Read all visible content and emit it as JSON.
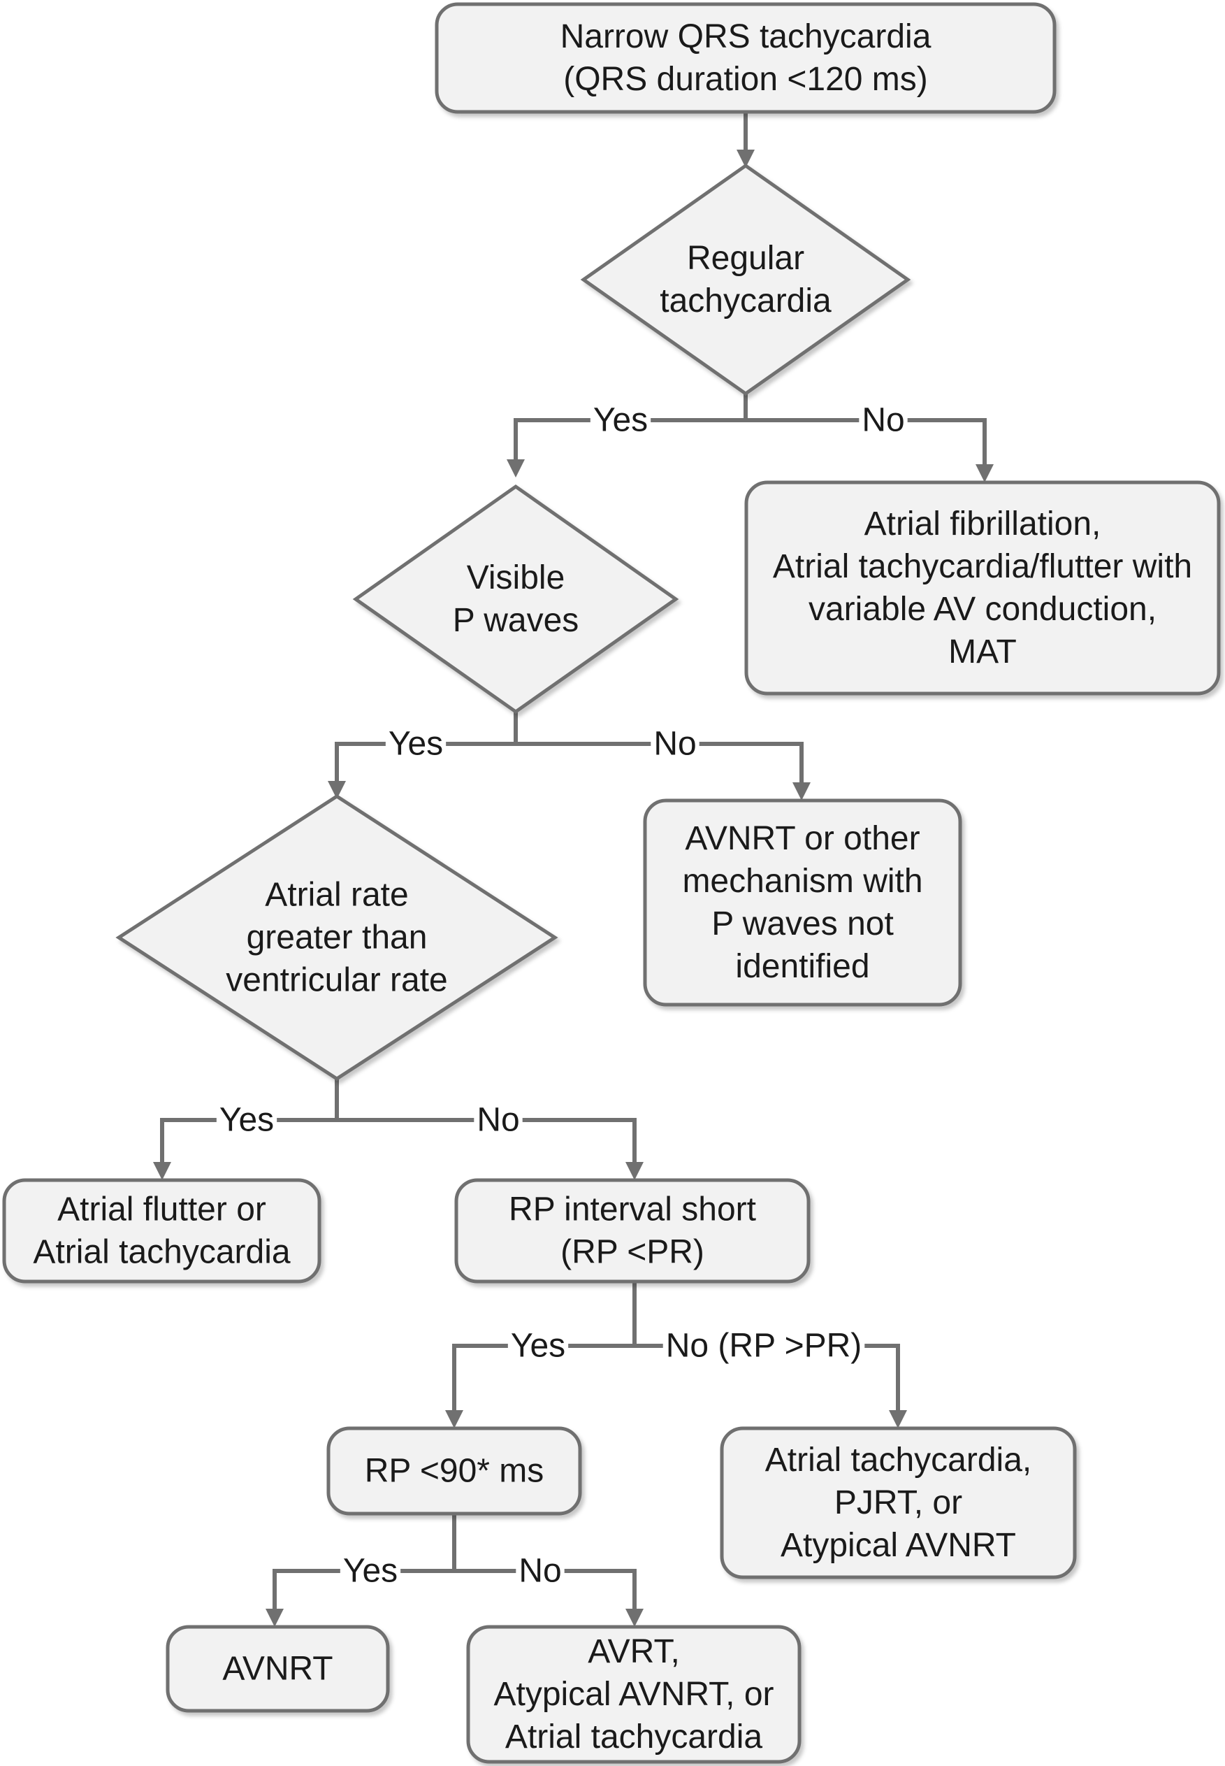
{
  "colors": {
    "node_fill": "#f2f2f2",
    "stroke": "#707070",
    "text": "#1a1a1a",
    "background": "#ffffff"
  },
  "nodes": {
    "start": [
      "Narrow QRS tachycardia",
      "(QRS duration <120 ms)"
    ],
    "regular": [
      "Regular",
      "tachycardia"
    ],
    "afib": [
      "Atrial fibrillation,",
      "Atrial tachycardia/flutter with",
      "variable AV conduction,",
      "MAT"
    ],
    "pwaves": [
      "Visible",
      "P waves"
    ],
    "avnrt_other": [
      "AVNRT or other",
      "mechanism with",
      "P waves not",
      "identified"
    ],
    "atrial_rate": [
      "Atrial rate",
      "greater than",
      "ventricular rate"
    ],
    "flutter": [
      "Atrial flutter or",
      "Atrial tachycardia"
    ],
    "rp_short": [
      "RP interval short",
      "(RP <PR)"
    ],
    "atrial_pjrt": [
      "Atrial tachycardia,",
      "PJRT, or",
      "Atypical AVNRT"
    ],
    "rp90": [
      "RP <90* ms"
    ],
    "avnrt": [
      "AVNRT"
    ],
    "avrt": [
      "AVRT,",
      "Atypical AVNRT, or",
      "Atrial tachycardia"
    ]
  },
  "edge_labels": {
    "regular_yes": "Yes",
    "regular_no": "No",
    "pwaves_yes": "Yes",
    "pwaves_no": "No",
    "rate_yes": "Yes",
    "rate_no": "No",
    "rp_yes": "Yes",
    "rp_no": "No (RP >PR)",
    "rp90_yes": "Yes",
    "rp90_no": "No"
  }
}
